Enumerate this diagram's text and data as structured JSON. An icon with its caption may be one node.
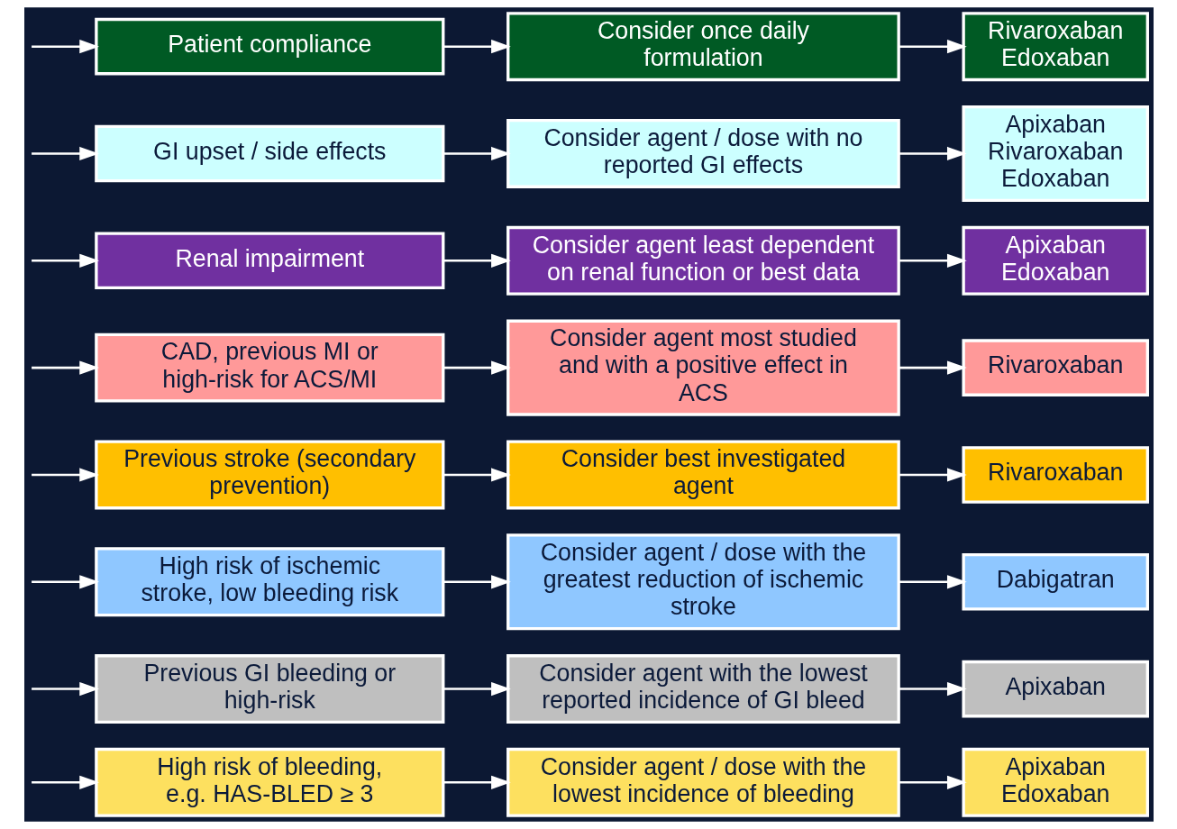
{
  "diagram": {
    "nodes": [
      {
        "text": [
          "High risk of bleeding, e.g. HAS-BLED ≥ 3"
        ]
      },
      {
        "text": [
          "Consider agent / dose with the lowest incidence of bleeding"
        ]
      },
      {
        "text": [
          "Apixaban Edoxaban"
        ]
      },
      {
        "text": [
          "Previous GI bleeding or high-risk"
        ]
      },
      {
        "text": [
          "Consider agent with the lowest reported incidence of GI bleed"
        ]
      },
      {
        "text": [
          "Apixaban"
        ]
      },
      {
        "text": [
          "High risk of ischemic stroke, low bleeding risk"
        ]
      },
      {
        "text": [
          "Consider agent / dose with the greatest reduction of ischemic stroke"
        ]
      },
      {
        "text": [
          "Dabigatran"
        ]
      },
      {
        "text": [
          "Previous stroke (secondary prevention)"
        ]
      },
      {
        "text": [
          "Consider best investigated agent"
        ]
      },
      {
        "text": [
          "Rivaroxaban"
        ]
      },
      {
        "text": [
          "CAD, previous MI or high-risk for ACS/MI"
        ]
      },
      {
        "text": [
          "Consider agent most studied and with a positive effect in ACS"
        ]
      },
      {
        "text": [
          "Rivaroxaban"
        ]
      },
      {
        "text": [
          "Renal impairment"
        ]
      },
      {
        "text": [
          "Consider agent least dependent on renal function or best data"
        ]
      },
      {
        "text": [
          "Apixaban Edoxaban"
        ]
      },
      {
        "text": [
          "GI upset / side effects"
        ]
      },
      {
        "text": [
          "Consider agent / dose with no reported GI effects"
        ]
      },
      {
        "text": [
          "Apixaban Rivaroxaban Edoxaban"
        ]
      },
      {
        "text": [
          "Patient compliance"
        ]
      },
      {
        "text": [
          "Consider once daily formulation"
        ]
      },
      {
        "text": [
          "Rivaroxaban Edoxaban"
        ]
      }
    ],
    "edges": [
      {
        "from": null,
        "to": 0,
        "arrow": "to"
      },
      {
        "from": 0,
        "to": 1,
        "arrow": "to"
      },
      {
        "from": 1,
        "to": 2,
        "arrow": "to"
      },
      {
        "from": null,
        "to": 3,
        "arrow": "to"
      },
      {
        "from": 3,
        "to": 4,
        "arrow": "to"
      },
      {
        "from": 4,
        "to": 5,
        "arrow": "to"
      },
      {
        "from": null,
        "to": 6,
        "arrow": "to"
      },
      {
        "from": 6,
        "to": 7,
        "arrow": "to"
      },
      {
        "from": 7,
        "to": 8,
        "arrow": "to"
      },
      {
        "from": null,
        "to": 9,
        "arrow": "to"
      },
      {
        "from": 9,
        "to": 10,
        "arrow": "to"
      },
      {
        "from": 10,
        "to": 11,
        "arrow": "to"
      },
      {
        "from": null,
        "to": 12,
        "arrow": "to"
      },
      {
        "from": 12,
        "to": 13,
        "arrow": "to"
      },
      {
        "from": 13,
        "to": 14,
        "arrow": "to"
      },
      {
        "from": null,
        "to": 15,
        "arrow": "to"
      },
      {
        "from": 15,
        "to": 16,
        "arrow": "to"
      },
      {
        "from": 16,
        "to": 17,
        "arrow": "to"
      },
      {
        "from": null,
        "to": 18,
        "arrow": "to"
      },
      {
        "from": 18,
        "to": 19,
        "arrow": "to"
      },
      {
        "from": 19,
        "to": 20,
        "arrow": "to"
      },
      {
        "from": null,
        "to": 21,
        "arrow": "to"
      },
      {
        "from": 21,
        "to": 22,
        "arrow": "to"
      },
      {
        "from": 22,
        "to": 23,
        "arrow": "to"
      }
    ]
  }
}
